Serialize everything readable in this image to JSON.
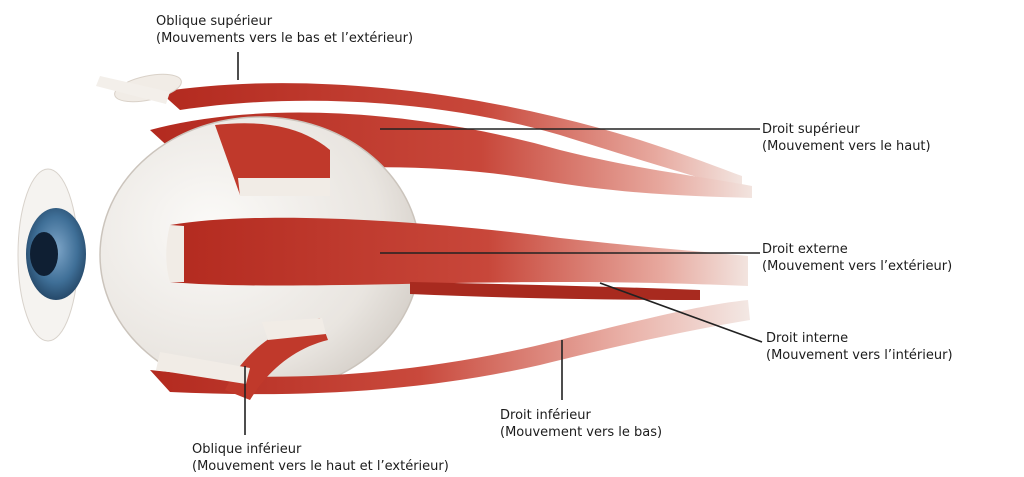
{
  "labels": {
    "oblique_superieur": {
      "name": "Oblique supérieur",
      "action": "(Mouvements vers le bas et l’extérieur)"
    },
    "droit_superieur": {
      "name": "Droit supérieur",
      "action": "(Mouvement vers le haut)"
    },
    "droit_externe": {
      "name": "Droit externe",
      "action": "(Mouvement vers l’extérieur)"
    },
    "droit_interne": {
      "name": "Droit interne",
      "action": "(Mouvement vers l’intérieur)"
    },
    "droit_inferieur": {
      "name": "Droit inférieur",
      "action": "(Mouvement vers le bas)"
    },
    "oblique_inferieur": {
      "name": "Oblique inférieur",
      "action": "(Mouvement vers le haut et l’extérieur)"
    }
  },
  "colors": {
    "muscle": "#c0392b",
    "muscle_dark": "#8e1f16",
    "tendon": "#f1ece6",
    "sclera": "#ece8e3",
    "iris": "#3f6f97",
    "pupil": "#0f1f33",
    "leader": "#222222"
  }
}
